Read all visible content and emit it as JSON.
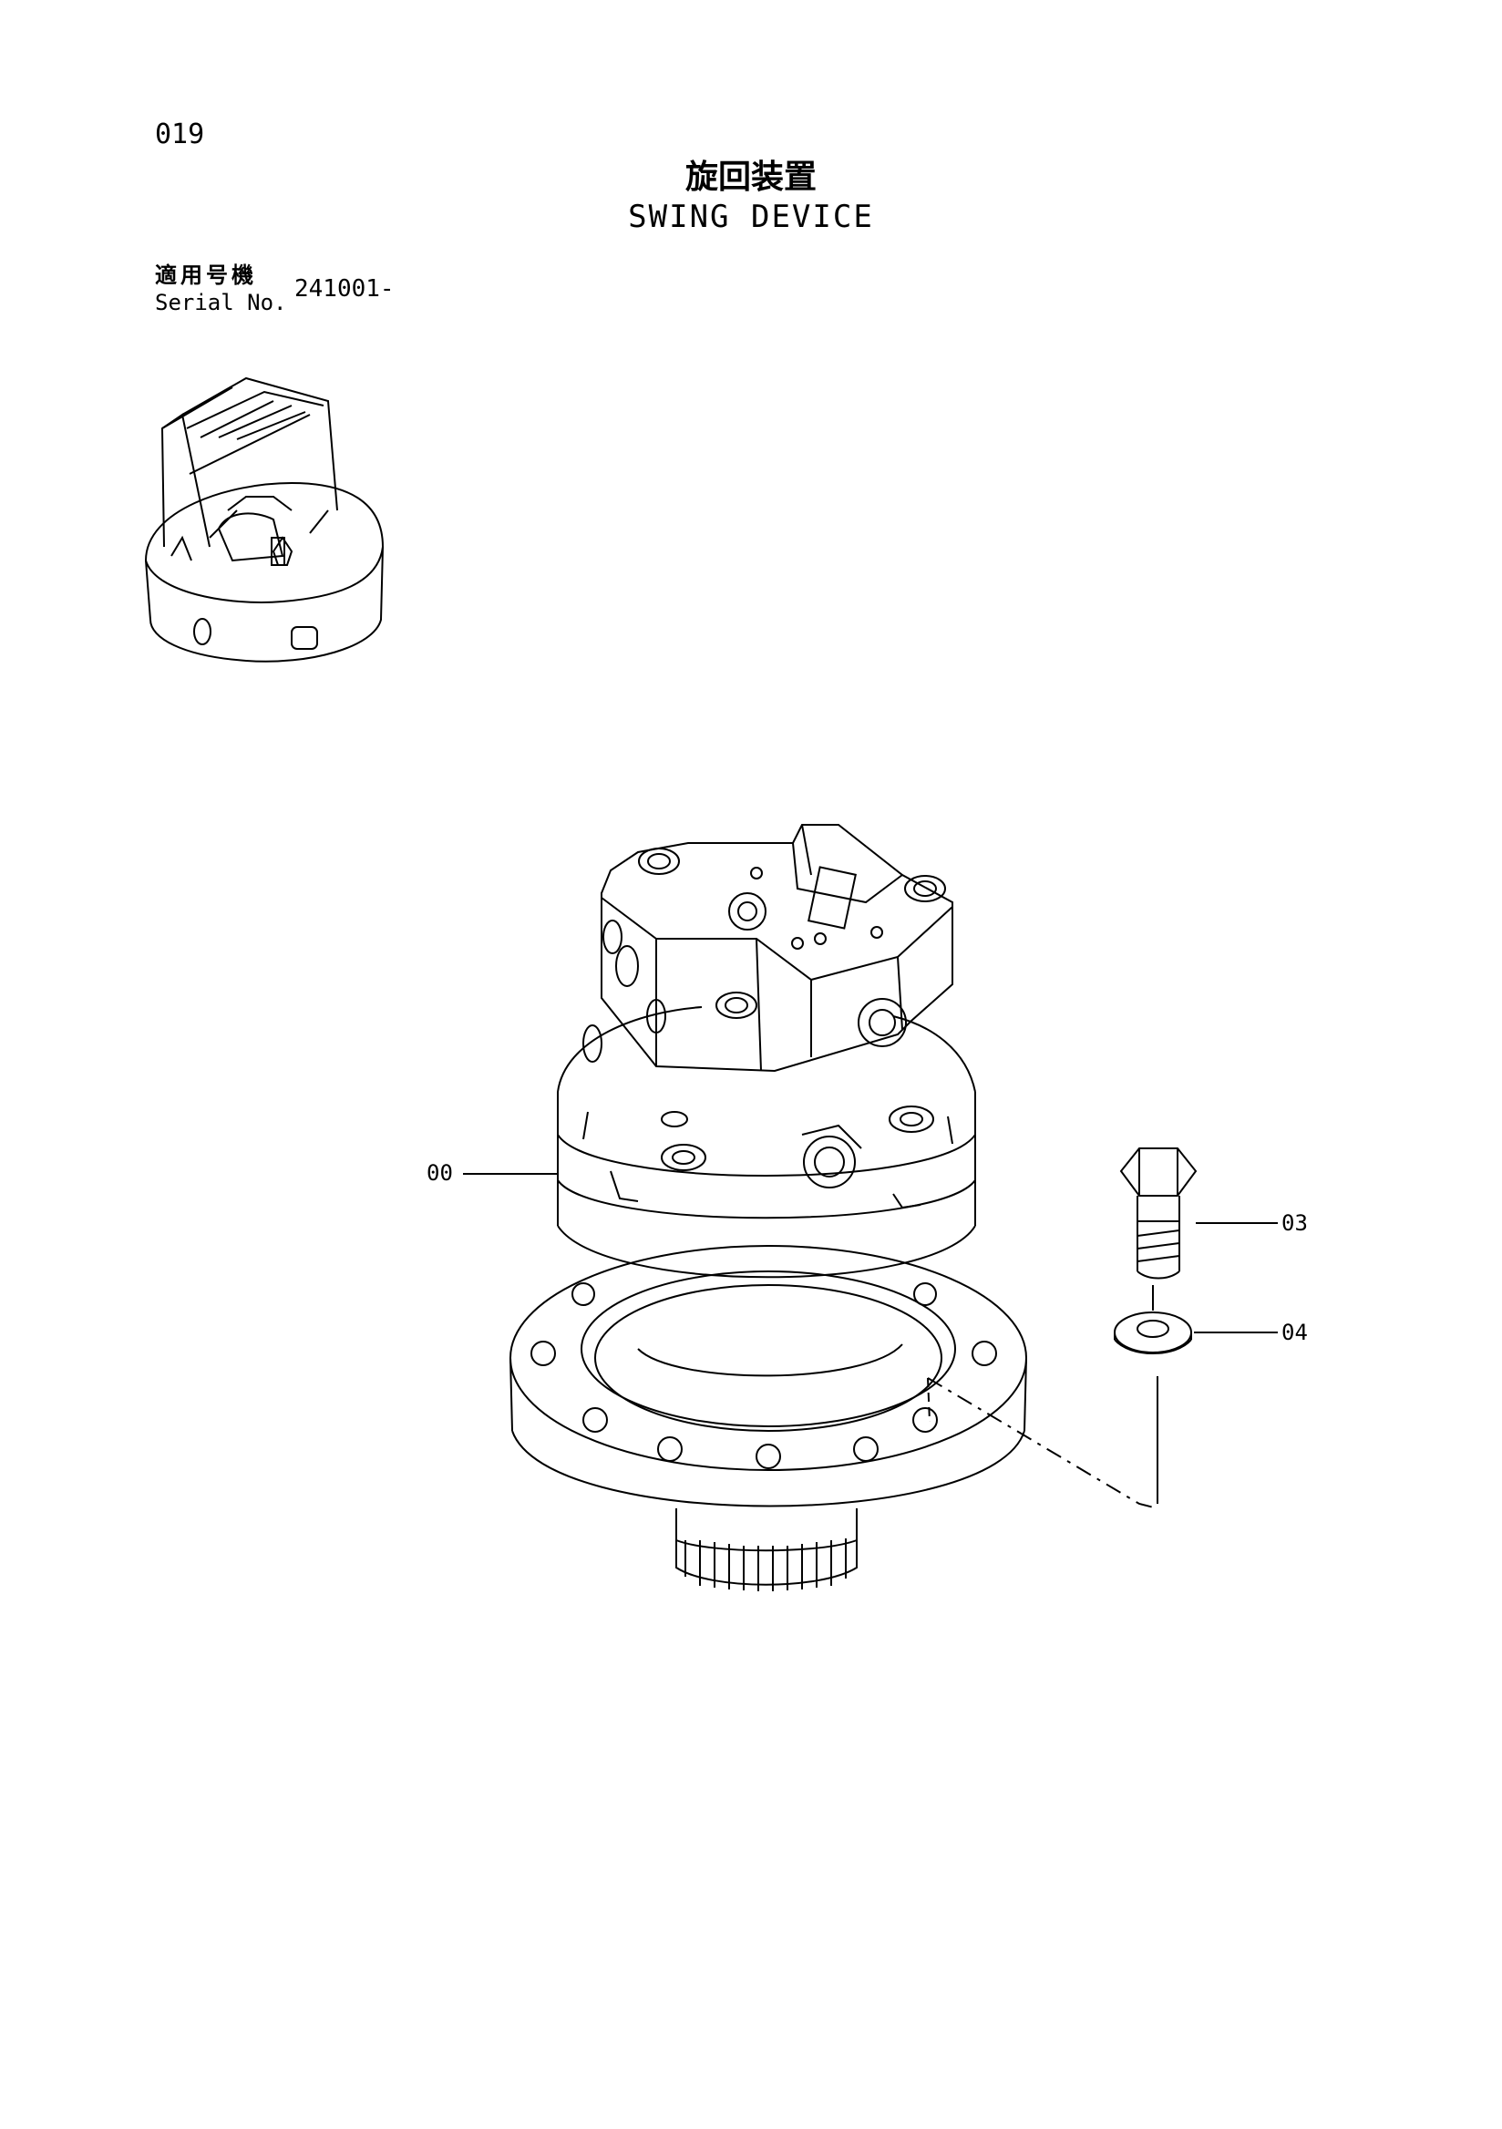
{
  "page": {
    "number": "019",
    "title_ja": "旋回装置",
    "title_en": "SWING DEVICE"
  },
  "serial": {
    "label_ja": "適用号機",
    "label_en": "Serial No.",
    "value": "241001-"
  },
  "callouts": [
    {
      "id": "00"
    },
    {
      "id": "03"
    },
    {
      "id": "04"
    }
  ],
  "drawing": {
    "line_color": "#000000",
    "background": "#ffffff"
  }
}
